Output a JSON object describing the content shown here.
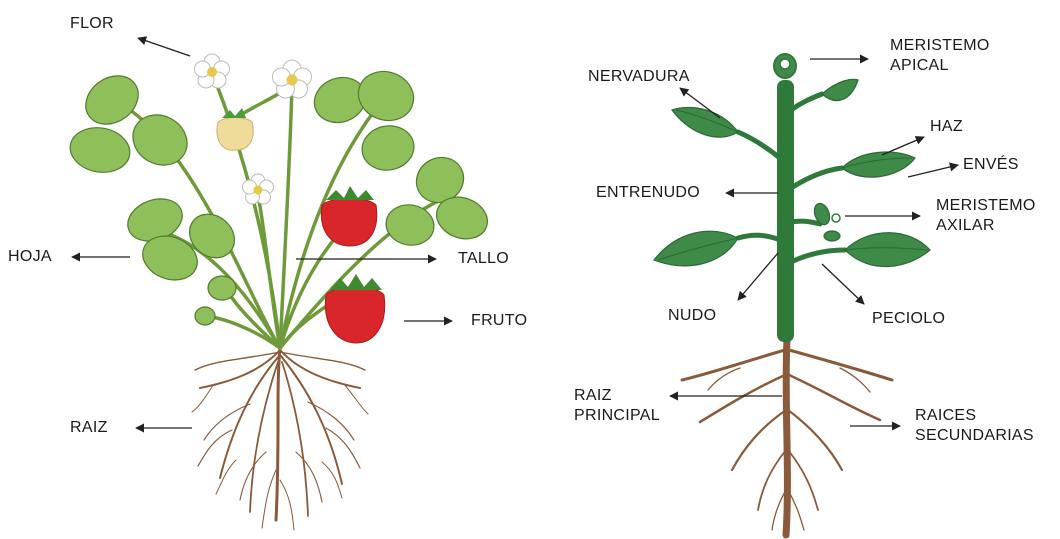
{
  "strawberry_plant": {
    "labels": {
      "flor": "FLOR",
      "hoja": "HOJA",
      "tallo": "TALLO",
      "fruto": "FRUTO",
      "raiz": "RAIZ"
    }
  },
  "generic_plant": {
    "labels": {
      "meristemo_apical": [
        "MERISTEMO",
        "APICAL"
      ],
      "nervadura": "NERVADURA",
      "haz": "HAZ",
      "enves": "ENVÉS",
      "entrenudo": "ENTRENUDO",
      "meristemo_axilar": [
        "MERISTEMO",
        "AXILAR"
      ],
      "nudo": "NUDO",
      "peciolo": "PECIOLO",
      "raiz_principal": [
        "RAIZ",
        "PRINCIPAL"
      ],
      "raices_secundarias": [
        "RAICES",
        "SECUNDARIAS"
      ]
    }
  },
  "colors": {
    "stem": "#6f9a3a",
    "leaf": "#8fbf5a",
    "leaf_dark": "#4f7d2a",
    "dark_stem": "#2f7a3a",
    "dark_leaf": "#3f8a48",
    "fruit": "#d8262a",
    "unripe_fruit": "#f0dc9a",
    "flower": "#ffffff",
    "root": "#8a5a3a",
    "arrow": "#222222"
  }
}
